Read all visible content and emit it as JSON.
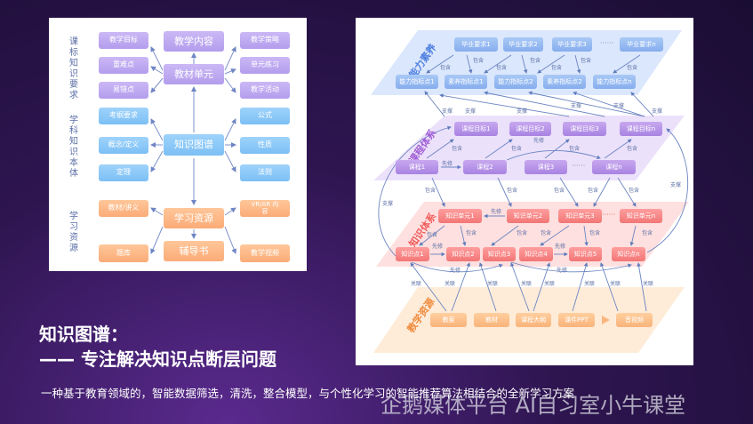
{
  "left_diagram": {
    "side_labels": [
      "课标知识要求",
      "学科知识本体",
      "学习资源"
    ],
    "purple": {
      "left": [
        "教学目标",
        "重难点",
        "易错点"
      ],
      "center": [
        "教学内容",
        "教材单元"
      ],
      "right": [
        "教学策略",
        "单元练习",
        "教学活动"
      ]
    },
    "blue": {
      "left": [
        "考纲要求",
        "概念/定义",
        "定理"
      ],
      "center": "知识图谱",
      "right": [
        "公式",
        "性质",
        "法则"
      ]
    },
    "orange": {
      "left": [
        "教材/讲义",
        "题库"
      ],
      "center": [
        "学习资源",
        "辅导书"
      ],
      "right": [
        "VR/AR 内容",
        "教学视频"
      ]
    }
  },
  "right_diagram": {
    "layers": {
      "ability": "能力素养",
      "course": "课程体系",
      "knowledge": "知识体系",
      "resources": "教学资源"
    },
    "graduation": [
      "毕业要求1",
      "毕业要求2",
      "毕业要求3",
      "毕业要求n"
    ],
    "indicators": [
      "能力指标点1",
      "素养指标点1",
      "能力指标点2",
      "素养指标点2",
      "能力指标点n"
    ],
    "course_goals": [
      "课程目标1",
      "课程目标2",
      "课程目标3",
      "课程目标n"
    ],
    "courses": [
      "课程1",
      "课程2",
      "课程3",
      "课程n"
    ],
    "units": [
      "知识单元1",
      "知识单元2",
      "知识单元3",
      "知识单元n"
    ],
    "points": [
      "知识点1",
      "知识点2",
      "知识点3",
      "知识点4",
      "知识点5",
      "知识点n"
    ],
    "resources": [
      "教案",
      "教材",
      "课程大纲",
      "课件PPT",
      "音视频"
    ],
    "ellipsis": "······",
    "edge": {
      "contains": "包含",
      "supports": "支撑",
      "prereq": "先修",
      "relates": "关联"
    }
  },
  "caption": {
    "title": "知识图谱：",
    "subtitle": "—— 专注解决知识点断层问题",
    "description": "一种基于教育领域的，智能数据筛选，清洗，整合模型，与个性化学习的智能推荐算法相结合的全新学习方案"
  },
  "watermark": "企鹅媒体平台 AI自习室小牛课堂"
}
